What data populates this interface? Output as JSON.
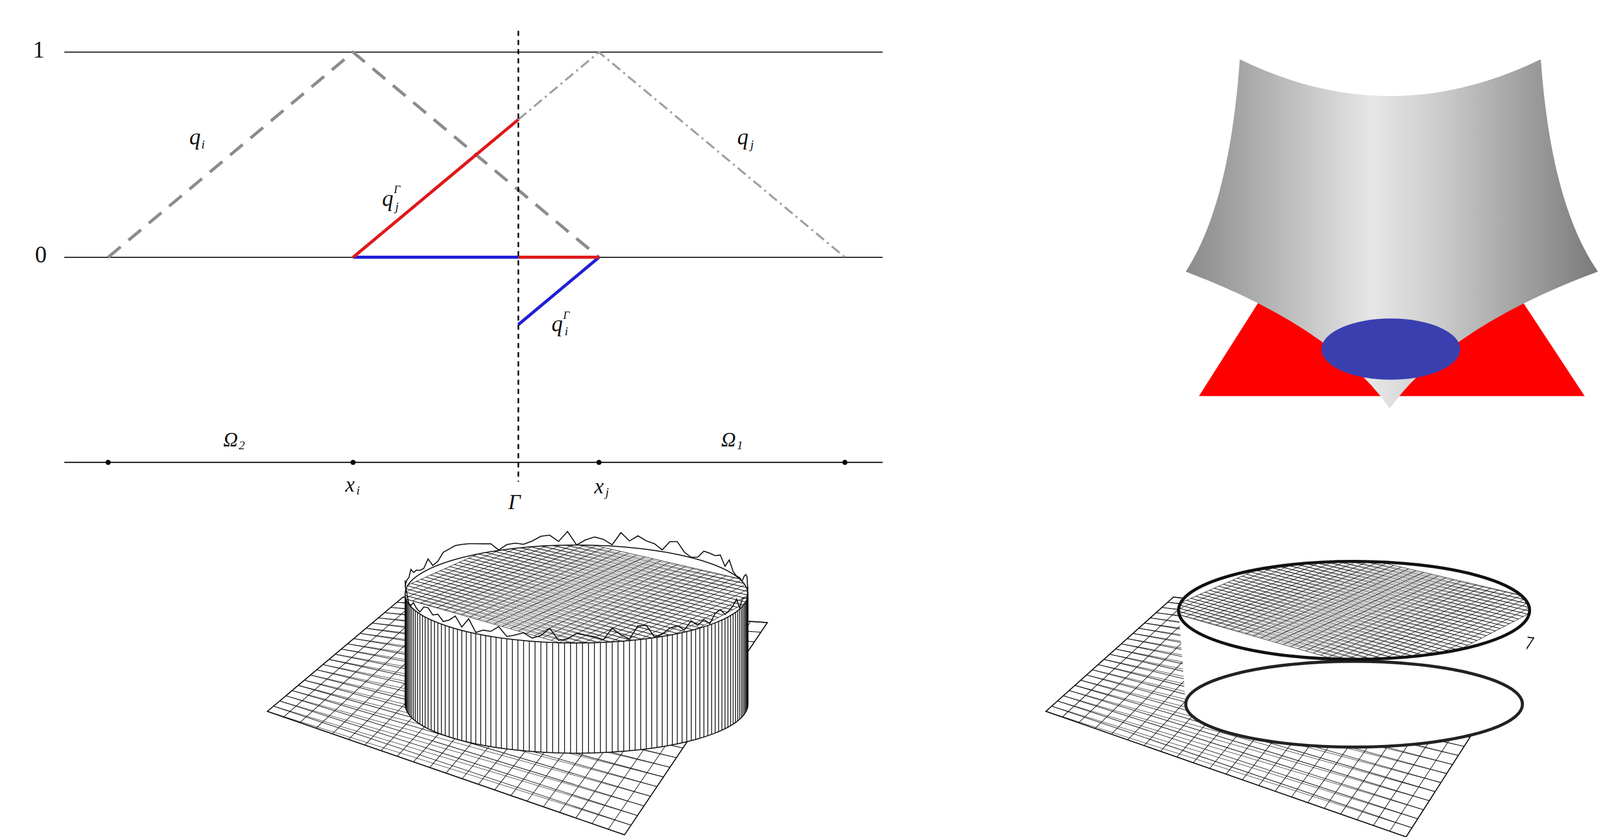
{
  "diagram": {
    "labels": [
      "1",
      "0",
      "q",
      "i",
      "q",
      "j",
      "q",
      "j",
      "Γ",
      "q",
      "i",
      "Γ",
      "Ω",
      "2",
      "Ω",
      "1",
      "x",
      "i",
      "Γ",
      "x",
      "j"
    ]
  }
}
